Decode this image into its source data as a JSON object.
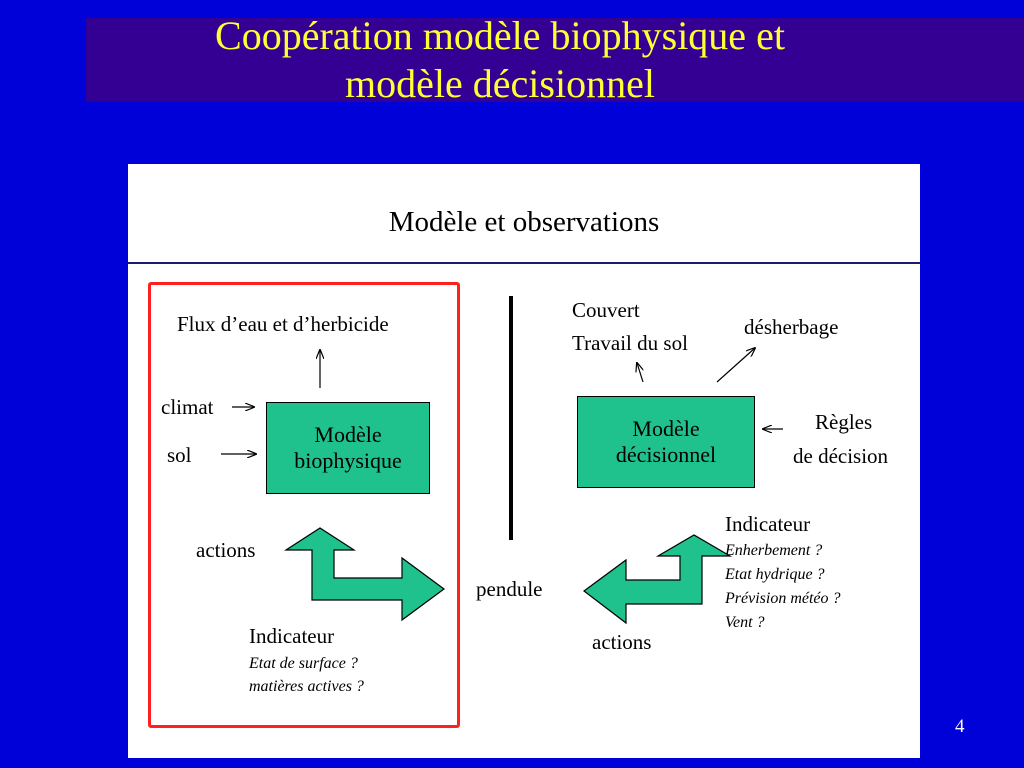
{
  "slide": {
    "title_line1": "Coopération modèle biophysique et",
    "title_line2": "modèle décisionnel",
    "page_number": "4"
  },
  "panel": {
    "title": "Modèle et observations"
  },
  "left": {
    "output": "Flux d’eau et d’herbicide",
    "input_climat": "climat",
    "input_sol": "sol",
    "model_line1": "Modèle",
    "model_line2": "biophysique",
    "actions": "actions",
    "indicator_title": "Indicateur",
    "indicator_items": [
      "Etat de surface ?",
      "matières actives ?"
    ]
  },
  "center": {
    "pendule": "pendule"
  },
  "right": {
    "output1_line1": "Couvert",
    "output1_line2": "Travail du sol",
    "output2": "désherbage",
    "model_line1": "Modèle",
    "model_line2": "décisionnel",
    "rules_line1": "Règles",
    "rules_line2": "de décision",
    "indicator_title": "Indicateur",
    "indicator_items": [
      "Enherbement ?",
      "Etat hydrique ?",
      "Prévision météo ?",
      "Vent ?"
    ],
    "actions": "actions"
  },
  "colors": {
    "background": "#0000d8",
    "title_band": "#340093",
    "title_text": "#ffff33",
    "model_box": "#1fc28c",
    "red_frame": "#ff2020"
  }
}
